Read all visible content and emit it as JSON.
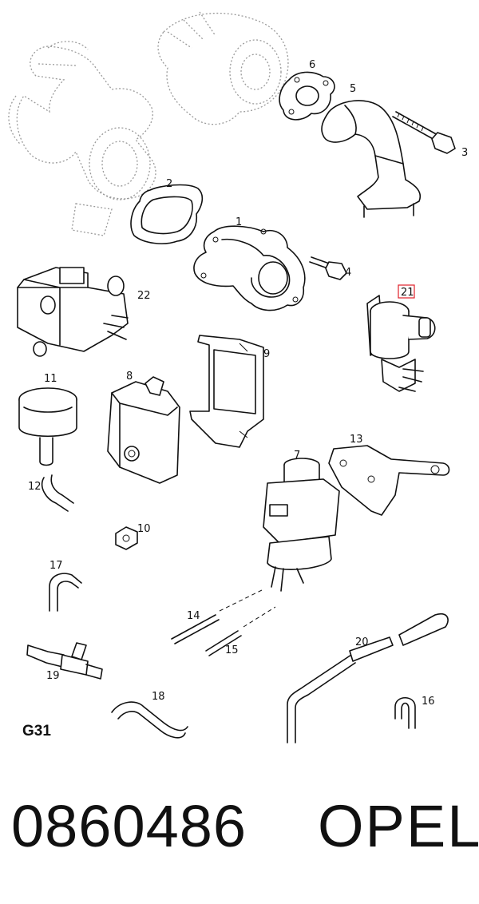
{
  "diagram": {
    "sheet_code": "G31",
    "highlight_color": "#e0202a",
    "callouts": [
      "1",
      "2",
      "3",
      "4",
      "5",
      "6",
      "7",
      "8",
      "9",
      "10",
      "11",
      "12",
      "13",
      "14",
      "15",
      "16",
      "17",
      "18",
      "19",
      "20",
      "21",
      "22"
    ],
    "highlighted_callout": "21"
  },
  "footer": {
    "part_number": "0860486",
    "brand": "OPEL"
  }
}
